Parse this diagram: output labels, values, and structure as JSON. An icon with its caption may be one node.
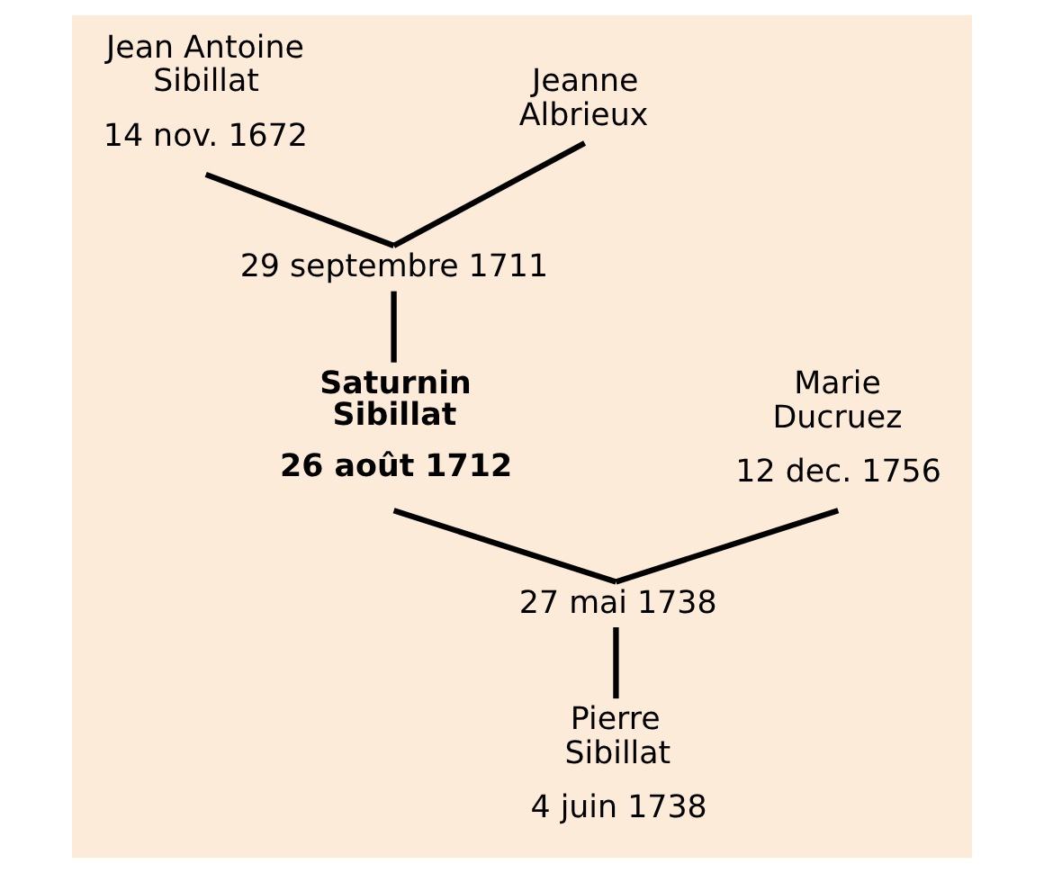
{
  "diagram": {
    "nodes": [
      {
        "text": [
          "Jean Antoine Sibillat",
          "14 nov. 1672"
        ]
      },
      {
        "text": [
          "Jeanne Albrieux"
        ]
      },
      {
        "text": [
          "29 septembre 1711"
        ]
      },
      {
        "text": [
          "Saturnin Sibillat",
          "26 août 1712"
        ]
      },
      {
        "text": [
          "Marie Ducruez",
          "12 dec. 1756"
        ]
      },
      {
        "text": [
          "27 mai 1738"
        ]
      },
      {
        "text": [
          "Pierre Sibillat",
          "4 juin 1738"
        ]
      }
    ],
    "edges": [
      {
        "from": 0,
        "to": 2,
        "arrow": "none"
      },
      {
        "from": 1,
        "to": 2,
        "arrow": "none"
      },
      {
        "from": 2,
        "to": 3,
        "arrow": "none"
      },
      {
        "from": 3,
        "to": 5,
        "arrow": "none"
      },
      {
        "from": 4,
        "to": 5,
        "arrow": "none"
      },
      {
        "from": 5,
        "to": 6,
        "arrow": "none"
      }
    ]
  }
}
